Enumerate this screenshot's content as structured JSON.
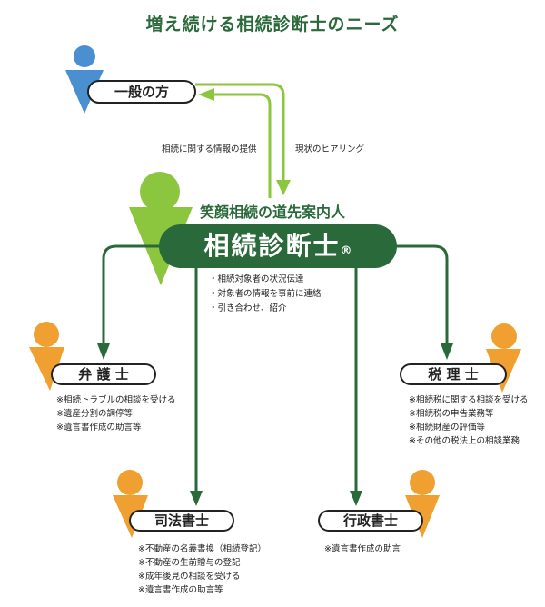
{
  "title": "増え続ける相続診断士のニーズ",
  "colors": {
    "dark_green": "#2a6a3a",
    "light_green": "#8cc63f",
    "blue": "#4a8fd0",
    "orange": "#f0a030"
  },
  "general_public": {
    "label": "一般の方",
    "icon": "person-icon-blue"
  },
  "flows": {
    "to_public": "相続に関する情報の提供",
    "from_public": "現状のヒアリング"
  },
  "center": {
    "subtitle": "笑顔相続の道先案内人",
    "label": "相続診断士",
    "registered_mark": "®",
    "icon": "person-icon-green",
    "duties": [
      "・相続対象者の状況伝達",
      "・対象者の情報を事前に連絡",
      "・引き合わせ、紹介"
    ]
  },
  "professionals": [
    {
      "label": "弁 護 士",
      "icon": "person-icon-orange",
      "items": [
        "※相続トラブルの相談を受ける",
        "※遺産分割の調停等",
        "※遺言書作成の助言等"
      ]
    },
    {
      "label": "税 理 士",
      "icon": "person-icon-orange",
      "items": [
        "※相続税に関する相談を受ける",
        "※相続税の申告業務等",
        "※相続財産の評価等",
        "※その他の税法上の相談業務"
      ]
    },
    {
      "label": "司法書士",
      "icon": "person-icon-orange",
      "items": [
        "※不動産の名義書換（相続登記）",
        "※不動産の生前贈与の登記",
        "※成年後見の相談を受ける",
        "※遺言書作成の助言等"
      ]
    },
    {
      "label": "行政書士",
      "icon": "person-icon-orange",
      "items": [
        "※遺言書作成の助言"
      ]
    }
  ]
}
